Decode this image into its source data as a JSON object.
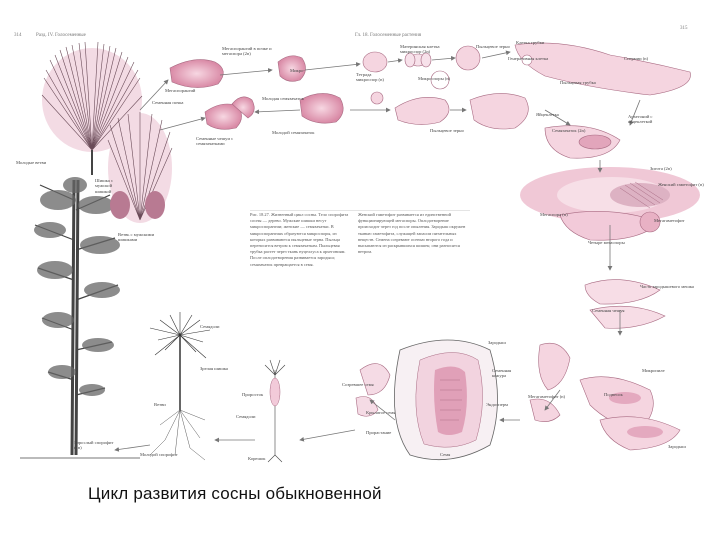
{
  "page": {
    "header_left_num": "314",
    "header_left_title": "Разд. IV. Голосеменные",
    "header_right_title": "Гл. 18. Голосеменные растения",
    "header_right_num": "315",
    "caption": "Цикл развития сосны обыкновенной"
  },
  "labels": {
    "l01": "Мегаспорангий в почке и мегаспора (2n)",
    "l02": "Микро-",
    "l03": "Мегаспорангий",
    "l04": "Семенная почка",
    "l05": "Молодая семязачаток",
    "l06": "Молодые ветви",
    "l07": "Шишка с мужской шишкой",
    "l08": "Семенные чешуи с семязачатками",
    "l09": "Молодой семязачаток",
    "l10": "Ветвь с мужскими шишками",
    "l11": "Материнская клетка микроспор (2n)",
    "l12": "Микроспоры (n)",
    "l13": "Тетрада микроспор (n)",
    "l14": "Пыльцевое зерно",
    "l15": "Клетка трубки",
    "l16": "Генеративная клетка",
    "l17": "Пыльцевая трубка",
    "l18": "Спермии (n)",
    "l19": "Яйцеклетка",
    "l20": "Архегоний с яйцеклеткой",
    "l21": "Семязачаток (2n)",
    "l22": "Пыльцевое зерно",
    "l23": "Зигота (2n)",
    "l24": "Женский гаметофит (n)",
    "l25": "Мегаспора (n)",
    "l26": "Четыре мегаспоры",
    "l27": "Мегагаметофит",
    "l28": "Зародыш",
    "l29": "Семенная кожура",
    "l30": "Эндосперм",
    "l31": "Семя",
    "l32": "Проросток",
    "l33": "Семядоли",
    "l34": "Корешок",
    "l35": "Семядоли",
    "l36": "Взрослый спорофит (2n)",
    "l37": "Зрелая шишка",
    "l38": "Ветви",
    "l39": "Созревшее семя",
    "l40": "Крылатое семя",
    "l41": "Прорастание",
    "l42": "Молодой спорофит",
    "l43": "Семенная чешуя",
    "l44": "Часть зародышевого мешка",
    "l45": "Микропиле",
    "l46": "Подвесок",
    "l47": "Зародыш",
    "l48": "Мегагаметофит (n)"
  },
  "figure_text": {
    "left": "Рис. 18.27. Жизненный цикл сосны. Тело спорофита сосны — дерево. Мужские шишки несут микроспорангии; женские — семязачатки. В микроспорангиях образуются микроспоры, из которых развиваются пыльцевые зерна. Пыльца переносится ветром к семязачаткам. Пыльцевая трубка растет через ткань нуцеллуса к архегониям. После оплодотворения развивается зародыш; семязачаток превращается в семя.",
    "right": "Женский гаметофит развивается из единственной функционирующей мегаспоры. Оплодотворение происходит через год после опыления. Зародыш окружен тканью гаметофита, служащей запасом питательных веществ. Семена созревают осенью второго года и высыпаются из раскрывшихся шишек; они разносятся ветром."
  },
  "colors": {
    "accent_pink": "#d98aa6",
    "light_pink": "#f2c9d8",
    "ink": "#555555",
    "arrow": "#666666"
  }
}
